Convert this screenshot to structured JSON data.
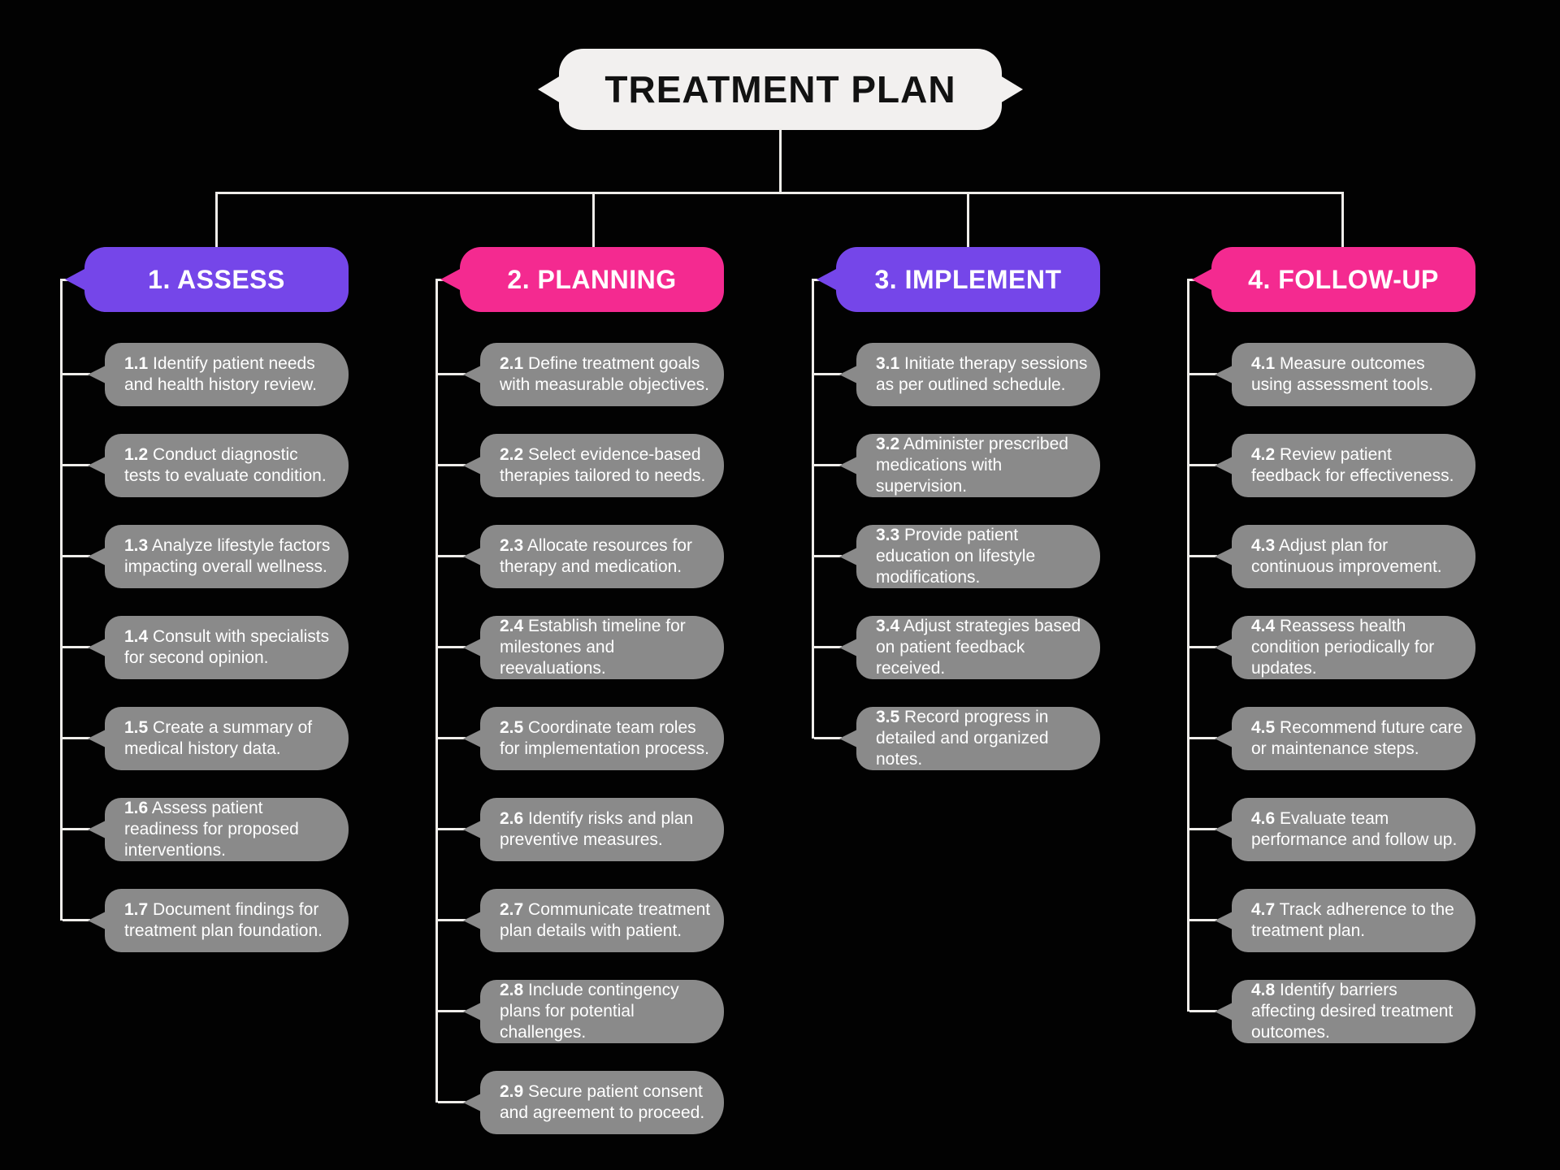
{
  "title": "TREATMENT PLAN",
  "colors": {
    "purple": "#7546E9",
    "pink": "#F42A90",
    "grey": "#8A8A8A",
    "line": "#EFEDEA",
    "titlebg": "#F2F0EF",
    "titletext": "#121212",
    "bg": "#020202"
  },
  "columns": [
    {
      "label": "1. ASSESS",
      "color": "purple",
      "items": [
        {
          "num": "1.1",
          "text": "Identify patient needs and health history review."
        },
        {
          "num": "1.2",
          "text": "Conduct diagnostic tests to evaluate condition."
        },
        {
          "num": "1.3",
          "text": "Analyze lifestyle factors impacting overall wellness."
        },
        {
          "num": "1.4",
          "text": "Consult with specialists for second opinion."
        },
        {
          "num": "1.5",
          "text": "Create a summary of medical history data."
        },
        {
          "num": "1.6",
          "text": "Assess patient readiness for proposed interventions."
        },
        {
          "num": "1.7",
          "text": "Document findings for treatment plan foundation."
        }
      ]
    },
    {
      "label": "2. PLANNING",
      "color": "pink",
      "items": [
        {
          "num": "2.1",
          "text": "Define treatment goals with measurable objectives."
        },
        {
          "num": "2.2",
          "text": "Select evidence-based therapies tailored to needs."
        },
        {
          "num": "2.3",
          "text": "Allocate resources for therapy and medication."
        },
        {
          "num": "2.4",
          "text": "Establish timeline for milestones and reevaluations."
        },
        {
          "num": "2.5",
          "text": "Coordinate team roles for implementation process."
        },
        {
          "num": "2.6",
          "text": "Identify risks and plan preventive measures."
        },
        {
          "num": "2.7",
          "text": "Communicate treatment plan details with patient."
        },
        {
          "num": "2.8",
          "text": "Include contingency plans for potential challenges."
        },
        {
          "num": "2.9",
          "text": "Secure patient consent and agreement to proceed."
        }
      ]
    },
    {
      "label": "3. IMPLEMENT",
      "color": "purple",
      "items": [
        {
          "num": "3.1",
          "text": "Initiate therapy sessions as per outlined schedule."
        },
        {
          "num": "3.2",
          "text": "Administer prescribed medications with supervision."
        },
        {
          "num": "3.3",
          "text": "Provide patient education on lifestyle modifications."
        },
        {
          "num": "3.4",
          "text": "Adjust strategies based on patient feedback received."
        },
        {
          "num": "3.5",
          "text": "Record progress in detailed and organized notes."
        }
      ]
    },
    {
      "label": "4. FOLLOW-UP",
      "color": "pink",
      "items": [
        {
          "num": "4.1",
          "text": "Measure outcomes using assessment tools."
        },
        {
          "num": "4.2",
          "text": "Review patient feedback for effectiveness."
        },
        {
          "num": "4.3",
          "text": "Adjust plan for continuous improvement."
        },
        {
          "num": "4.4",
          "text": "Reassess health condition periodically for updates."
        },
        {
          "num": "4.5",
          "text": "Recommend future care or maintenance steps."
        },
        {
          "num": "4.6",
          "text": "Evaluate team performance and follow up."
        },
        {
          "num": "4.7",
          "text": "Track adherence to the treatment plan."
        },
        {
          "num": "4.8",
          "text": "Identify barriers affecting desired treatment outcomes."
        }
      ]
    }
  ]
}
